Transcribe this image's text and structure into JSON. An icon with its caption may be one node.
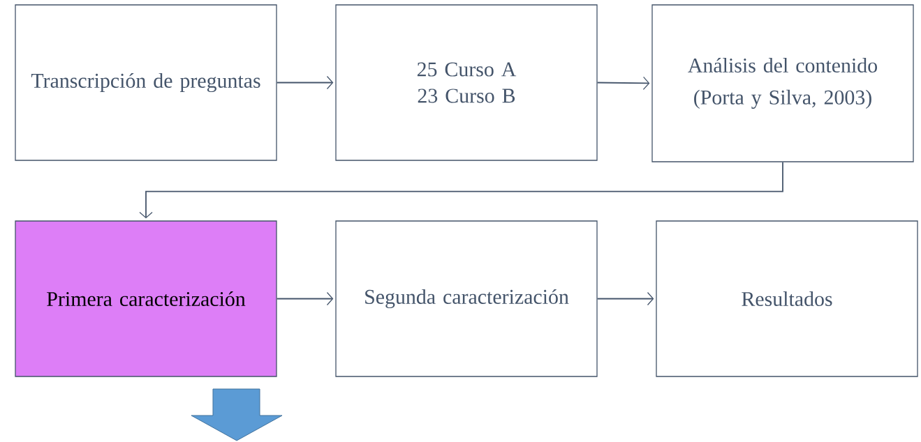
{
  "diagram": {
    "nodes": [
      {
        "text": [
          "Transcripción de preguntas"
        ]
      },
      {
        "text": [
          "25 Curso A",
          "23 Curso B"
        ]
      },
      {
        "text": [
          "Análisis del contenido",
          "(Porta y Silva, 2003)"
        ]
      },
      {
        "text": [
          "Primera caracterización"
        ]
      },
      {
        "text": [
          "Segunda caracterización"
        ]
      },
      {
        "text": [
          "Resultados"
        ]
      }
    ],
    "edges": [
      {
        "from": 0,
        "to": 1,
        "arrow": "to"
      },
      {
        "from": 1,
        "to": 2,
        "arrow": "to"
      },
      {
        "from": 2,
        "to": 3,
        "arrow": "to"
      },
      {
        "from": 3,
        "to": 4,
        "arrow": "to"
      },
      {
        "from": 4,
        "to": 5,
        "arrow": "to"
      }
    ]
  }
}
